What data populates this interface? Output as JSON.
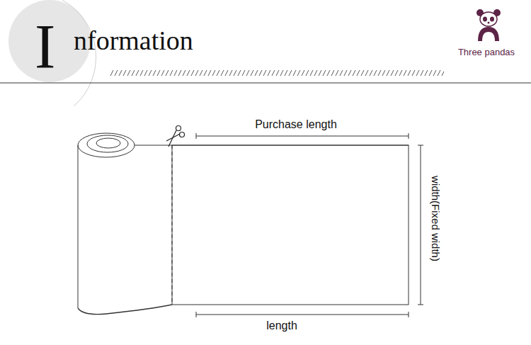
{
  "diagram": {
    "labels": [
      "I",
      "nformation",
      "Three pandas",
      "Purchase length",
      "width(Fixed width)",
      "length"
    ]
  }
}
